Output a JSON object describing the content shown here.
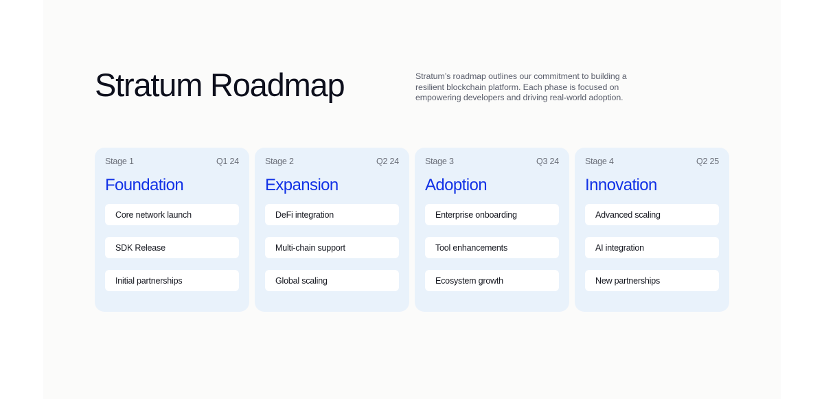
{
  "header": {
    "title": "Stratum Roadmap",
    "description": "Stratum’s roadmap outlines our commitment to building a resilient blockchain platform. Each phase is focused on empowering developers and driving real-world adoption."
  },
  "colors": {
    "accent": "#1232e6",
    "card_bg": "#e9f2fb",
    "panel_bg": "#fbfbfa"
  },
  "stages": [
    {
      "stage": "Stage 1",
      "quarter": "Q1 24",
      "name": "Foundation",
      "items": [
        "Core network launch",
        "SDK Release",
        "Initial partnerships"
      ]
    },
    {
      "stage": "Stage 2",
      "quarter": "Q2 24",
      "name": "Expansion",
      "items": [
        "DeFi integration",
        "Multi-chain support",
        "Global scaling"
      ]
    },
    {
      "stage": "Stage 3",
      "quarter": "Q3 24",
      "name": "Adoption",
      "items": [
        "Enterprise onboarding",
        "Tool enhancements",
        "Ecosystem growth"
      ]
    },
    {
      "stage": "Stage 4",
      "quarter": "Q2 25",
      "name": "Innovation",
      "items": [
        "Advanced scaling",
        "AI integration",
        "New partnerships"
      ]
    }
  ]
}
